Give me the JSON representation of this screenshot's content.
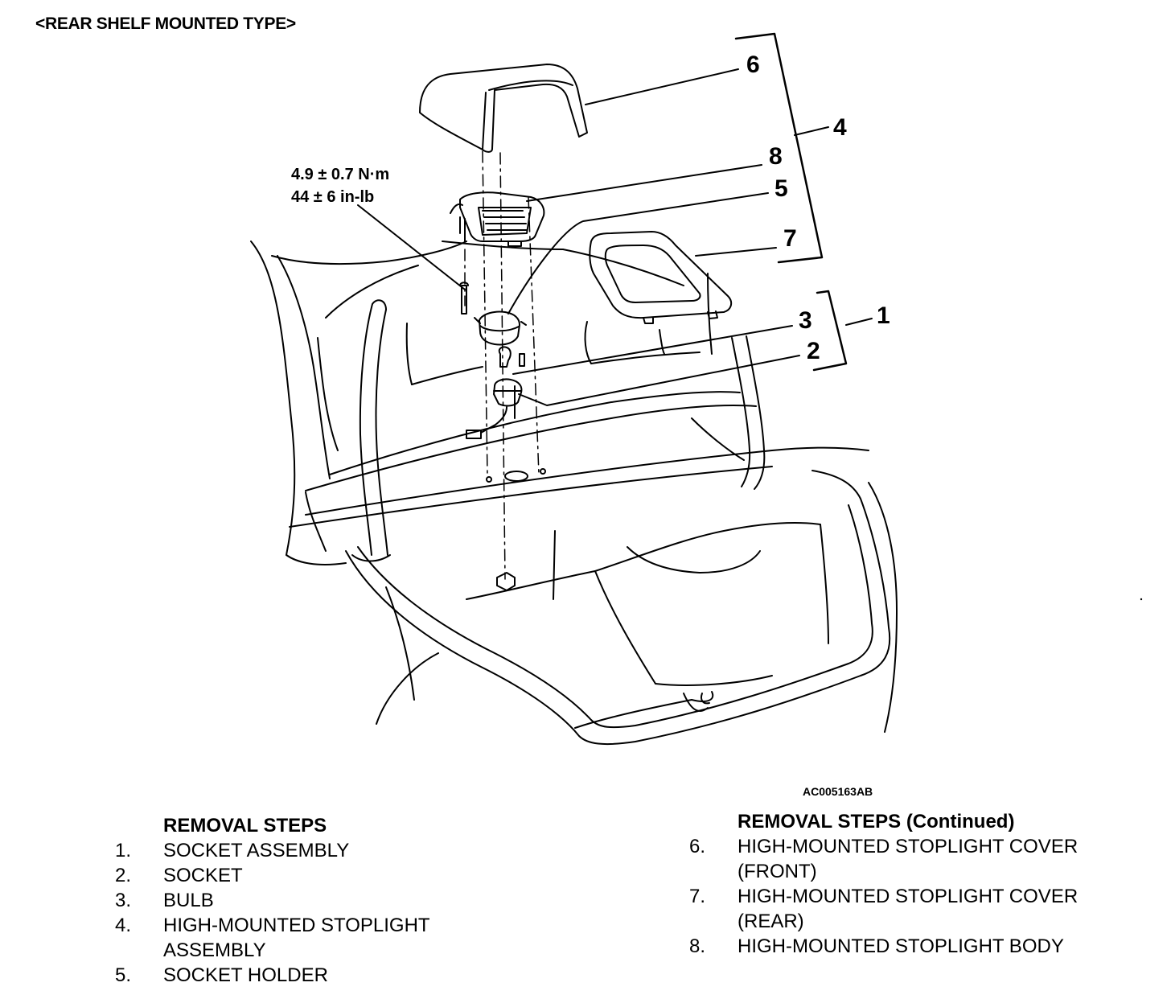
{
  "title": "<REAR SHELF MOUNTED TYPE>",
  "torque": {
    "metric": "4.9 ± 0.7 N·m",
    "imperial": "44 ± 6 in-lb"
  },
  "figure_code": "AC005163AB",
  "callouts": [
    "1",
    "2",
    "3",
    "4",
    "5",
    "6",
    "7",
    "8"
  ],
  "removal_steps_left": {
    "heading": "REMOVAL STEPS",
    "items": [
      {
        "num": "1.",
        "text": "SOCKET ASSEMBLY"
      },
      {
        "num": "2.",
        "text": "SOCKET"
      },
      {
        "num": "3.",
        "text": "BULB"
      },
      {
        "num": "4.",
        "text": "HIGH-MOUNTED STOPLIGHT\nASSEMBLY"
      },
      {
        "num": "5.",
        "text": "SOCKET HOLDER"
      }
    ]
  },
  "removal_steps_right": {
    "heading": "REMOVAL STEPS (Continued)",
    "items": [
      {
        "num": "6.",
        "text": "HIGH-MOUNTED STOPLIGHT COVER\n(FRONT)"
      },
      {
        "num": "7.",
        "text": "HIGH-MOUNTED STOPLIGHT COVER\n(REAR)"
      },
      {
        "num": "8.",
        "text": "HIGH-MOUNTED STOPLIGHT BODY"
      }
    ]
  }
}
